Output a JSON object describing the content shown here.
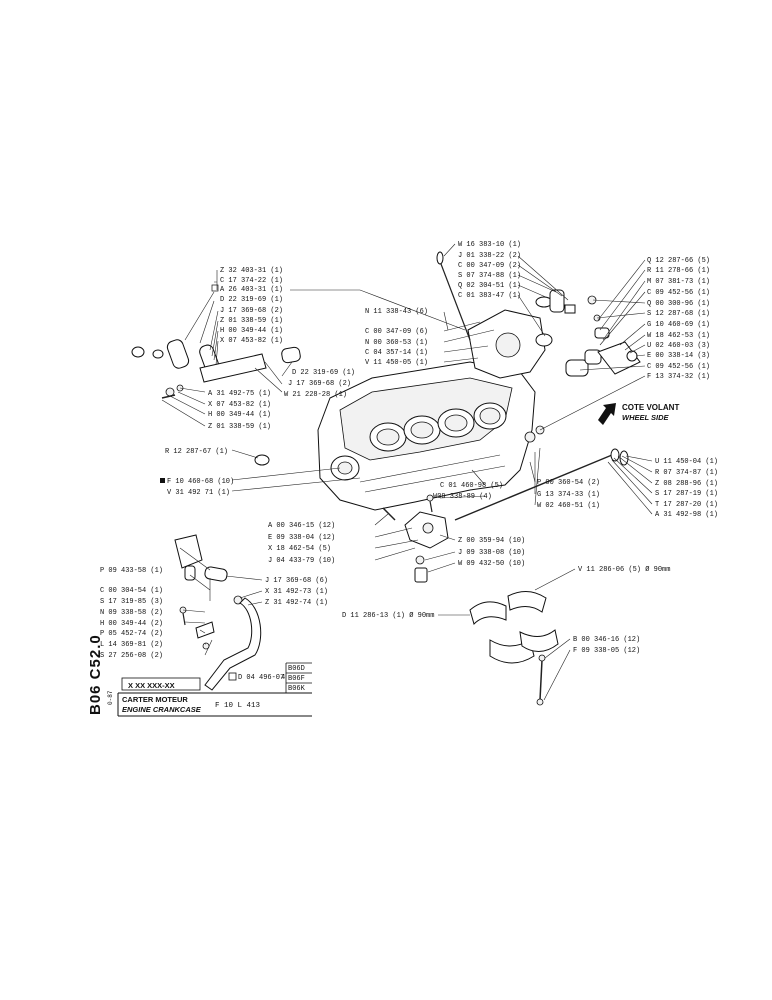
{
  "doc": {
    "code": "B06 C52.0",
    "side_small": "0-87",
    "title_fr": "CARTER MOTEUR",
    "title_en": "ENGINE CRANKCASE",
    "model": "F 10 L 413",
    "xx_code": "X XX XXX-XX",
    "variant_ref": "D 04 496-07",
    "variant_mark": "4",
    "variants": [
      "B06D",
      "B06F",
      "B06K"
    ],
    "cote_fr": "COTE VOLANT",
    "cote_en": "WHEEL SIDE"
  },
  "labels": {
    "tl": [
      "Z 32 403-31 (1)",
      "C 17 374-22 (1)",
      "A 26 403-31 (1)",
      "D 22 319-69 (1)",
      "J 17 369-68 (2)",
      "Z 01 338-59 (1)",
      "H 00 349-44 (1)",
      "X 07 453-82 (1)"
    ],
    "tlmid": [
      "D 22 319-69 (1)",
      "J 17 369-68 (2)",
      "W 21 228-28 (1)"
    ],
    "tlbot": [
      "A 31 492-75 (1)",
      "X 07 453-82 (1)",
      "H 00 349-44 (1)",
      "Z 01 338-59 (1)"
    ],
    "topcenter": [
      "W 16 383-10 (1)",
      "J 01 338-22 (2)",
      "C 00 347-09 (2)",
      "S 07 374-88 (1)",
      "Q 02 304-51 (1)",
      "C 01 383-47 (1)"
    ],
    "midleft": [
      "N 11 338-43 (6)",
      "C 00 347-09 (6)",
      "N 00 360-53 (1)",
      "C 04 357-14 (1)",
      "V 11 450-05 (1)"
    ],
    "right": [
      "Q 12 287-66 (5)",
      "R 11 278-66 (1)",
      "M 07 381-73 (1)",
      "C 09 452-56 (1)",
      "Q 00 300-96 (1)",
      "S 12 287-68 (1)",
      "G 10 460-69 (1)",
      "W 18 462-53 (1)",
      "U 02 460-03 (3)",
      "E 00 338-14 (3)",
      "C 09 452-56 (1)",
      "F 13 374-32 (1)"
    ],
    "r12": "R 12 287-67 (1)",
    "f10": "F 10 460-68 (10)",
    "v31": "V 31 492 71 (1)",
    "rightlow": [
      "U 11 450-04 (1)",
      "R 07 374-87 (1)",
      "Z 08 288-96 (1)",
      "S 17 287-19 (1)",
      "T 17 287-20 (1)",
      "A 31 492-98 (1)"
    ],
    "midlow": [
      "P 00 360-54 (2)",
      "G 13 374-33 (1)",
      "W 02 460-51 (1)"
    ],
    "midlow2": [
      "C 01 460-98 (5)",
      "W09 338-89 (4)"
    ],
    "center": [
      "A 00 346-15 (12)",
      "E 09 338-04 (12)",
      "X 18 462-54 (5)",
      "J 04 433-79 (10)"
    ],
    "center2": [
      "Z 00 359-94 (10)",
      "J 09 338-08 (10)",
      "W 09 432-50 (10)"
    ],
    "bearing_top": "V 11 286-06 (5) Ø 90mm",
    "bearing_left": "D 11 286-13 (1) Ø 90mm",
    "bolt": [
      "B 00 346-16 (12)",
      "F 09 338-05 (12)"
    ],
    "pipe_left": [
      "P 09 433-58 (1)",
      "C 00 304-54 (1)",
      "S 17 319-85 (3)",
      "N 09 338-58 (2)",
      "H 00 349-44 (2)",
      "P 05 452-74 (2)",
      "L 14 369-81 (2)",
      "S 27 256-08 (2)"
    ],
    "pipe_right": [
      "J 17 369-68 (6)",
      "X 31 492-73 (1)",
      "Z 31 492-74 (1)"
    ]
  }
}
